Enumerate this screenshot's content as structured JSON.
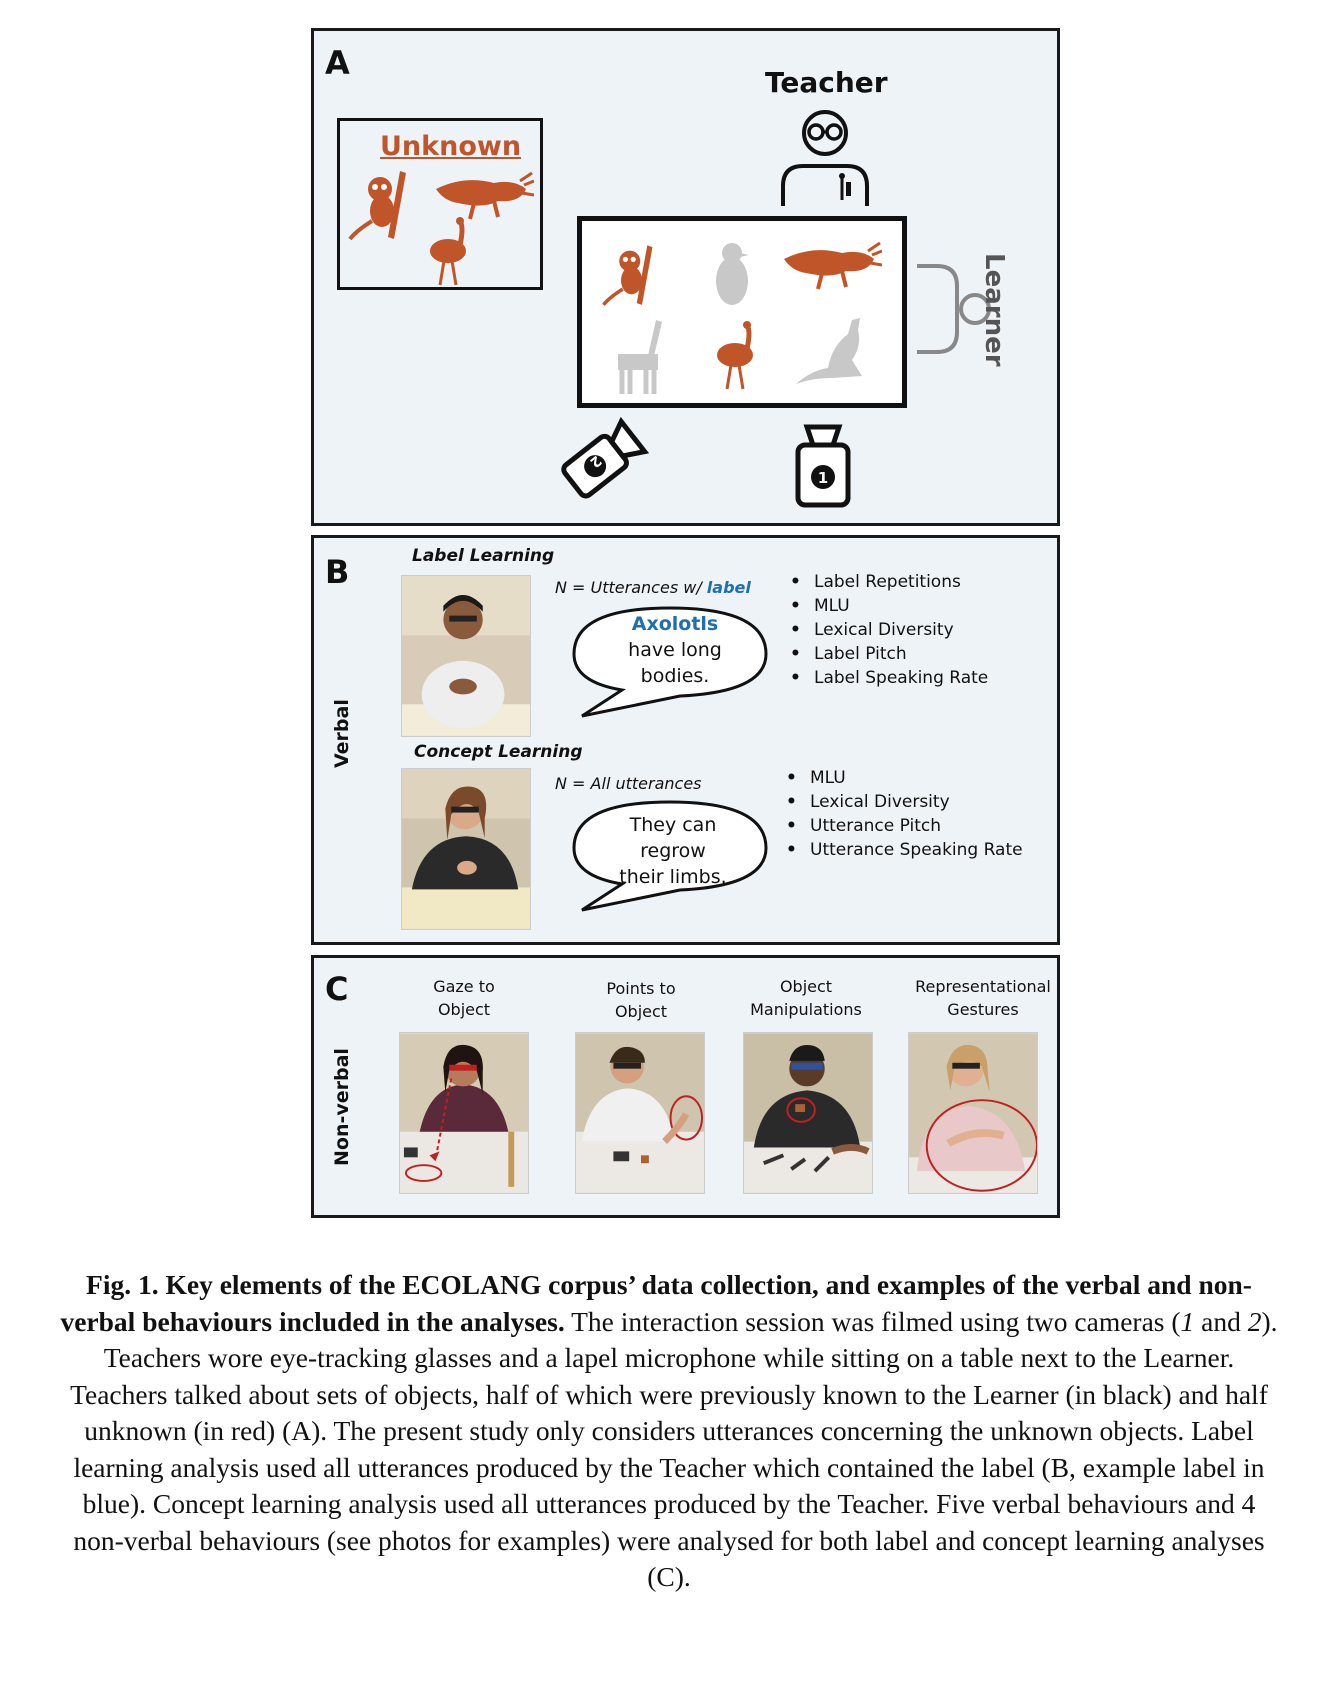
{
  "panelA": {
    "label": "A",
    "teacher": "Teacher",
    "unknown": "Unknown",
    "learner": "Learner",
    "camera1": "1",
    "camera2": "2"
  },
  "panelB": {
    "label": "B",
    "side": "Verbal",
    "label_learning": {
      "title": "Label Learning",
      "n_prefix": "N = Utterances w/ ",
      "n_highlight": "label",
      "bubble_word": "Axolotls",
      "bubble_line2": "have long",
      "bubble_line3": "bodies.",
      "measures": [
        "Label Repetitions",
        "MLU",
        "Lexical Diversity",
        "Label Pitch",
        "Label Speaking Rate"
      ]
    },
    "concept_learning": {
      "title": "Concept Learning",
      "n_text": "N = All utterances",
      "bubble_line1": "They can",
      "bubble_line2": "regrow",
      "bubble_line3": "their limbs.",
      "measures": [
        "MLU",
        "Lexical Diversity",
        "Utterance Pitch",
        "Utterance Speaking Rate"
      ]
    }
  },
  "panelC": {
    "label": "C",
    "side": "Non-verbal",
    "behaviours": [
      {
        "line1": "Gaze to",
        "line2": "Object"
      },
      {
        "line1": "Points to",
        "line2": "Object"
      },
      {
        "line1": "Object",
        "line2": "Manipulations"
      },
      {
        "line1": "Representational",
        "line2": "Gestures"
      }
    ]
  },
  "caption": {
    "bold": "Fig. 1. Key elements of the ECOLANG corpus’ data collection, and examples of the verbal and non-verbal behaviours included in the analyses.",
    "part1": " The interaction session was filmed using two cameras (",
    "cam1": "1",
    "part2": " and ",
    "cam2": "2",
    "part3": "). Teachers wore eye-tracking glasses and a lapel microphone while sitting on a table next to the Learner. Teachers talked about sets of objects, half of which were previously known to the Learner (in black) and half unknown (in red) (A). The present study only considers utterances concerning the unknown objects. Label learning analysis used all utterances produced by the Teacher which contained the label (B, example label in blue). Concept learning analysis used all utterances produced by the Teacher. Five verbal behaviours and 4 non-verbal behaviours (see photos for examples) were analysed for both label and concept learning analyses (C)."
  },
  "colors": {
    "unknown_red": "#c0552a",
    "known_grey": "#c8c8c8",
    "label_blue": "#1f6fb0",
    "panel_bg": "#eef3f8"
  }
}
